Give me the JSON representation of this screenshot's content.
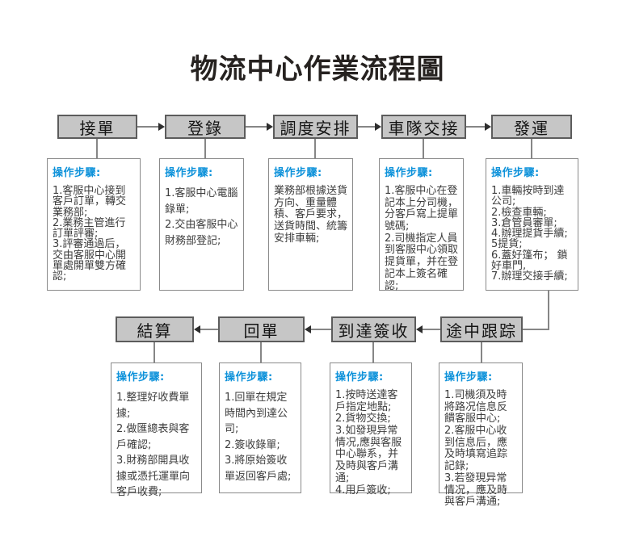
{
  "title": "物流中心作業流程圖",
  "steps_label": "操作步驟:",
  "colors": {
    "accent_blue": "#0e92da",
    "node_fill": "#c6c6c6",
    "node_border": "#5c5c5c",
    "connector_gray": "#868686",
    "body_text": "#3d3d3d"
  },
  "icons": {
    "arrow_right": "solid right-pointing triangle",
    "arrow_left": "solid left-pointing triangle"
  },
  "top_flow": [
    {
      "label": "接單",
      "steps": [
        "1.客服中心接到客戶訂單，轉交業務部;",
        "2.業務主管進行訂單評審;",
        "3.評審通過后，交由客服中心開單處開單雙方確認;"
      ]
    },
    {
      "label": "登錄",
      "steps": [
        "1.客服中心電腦錄單;",
        "2.交由客服中心財務部登記;"
      ]
    },
    {
      "label": "調度安排",
      "steps": [
        "業務部根據送貨方向、重量體積、客戶要求，送貨時間、統籌安排車輛;"
      ]
    },
    {
      "label": "車隊交接",
      "steps": [
        "1.客服中心在登記本上分司機，分客戶寫上提單號碼;",
        "2.司機指定人員到客服中心領取提貨單，并在登記本上簽名確認;"
      ]
    },
    {
      "label": "發運",
      "steps": [
        "1.車輛按時到達公司;",
        "2.檢查車輛;",
        "3.倉管員審單;",
        "4.辦理提貨手續;",
        "5提貨;",
        "6.蓋好篷布； 鎖好車門,",
        "7.辦理交接手續;"
      ]
    }
  ],
  "bottom_flow": [
    {
      "label": "結算",
      "steps": [
        "1.整理好收費單據;",
        "2.做匯總表與客戶確認;",
        "3.財務部開具收據或憑托運單向客戶收費;"
      ]
    },
    {
      "label": "回單",
      "steps": [
        "1.回單在規定時間內到達公司;",
        "2.簽收錄單;",
        "3.將原始簽收單返回客戶處;"
      ]
    },
    {
      "label": "到達簽收",
      "steps": [
        "1.按時送達客戶指定地點;",
        "2.貨物交換;",
        "3.如發現异常情况,應與客服中心聯系，并及時與客戶溝通;",
        "4.用戶簽收;"
      ]
    },
    {
      "label": "途中跟踪",
      "steps": [
        "1.司機須及時將路况信息反饋客服中心;",
        "2.客服中心收到信息后，應及時填寫追踪記錄;",
        "3.若發現异常情况，應及時與客戶溝通;"
      ]
    }
  ]
}
